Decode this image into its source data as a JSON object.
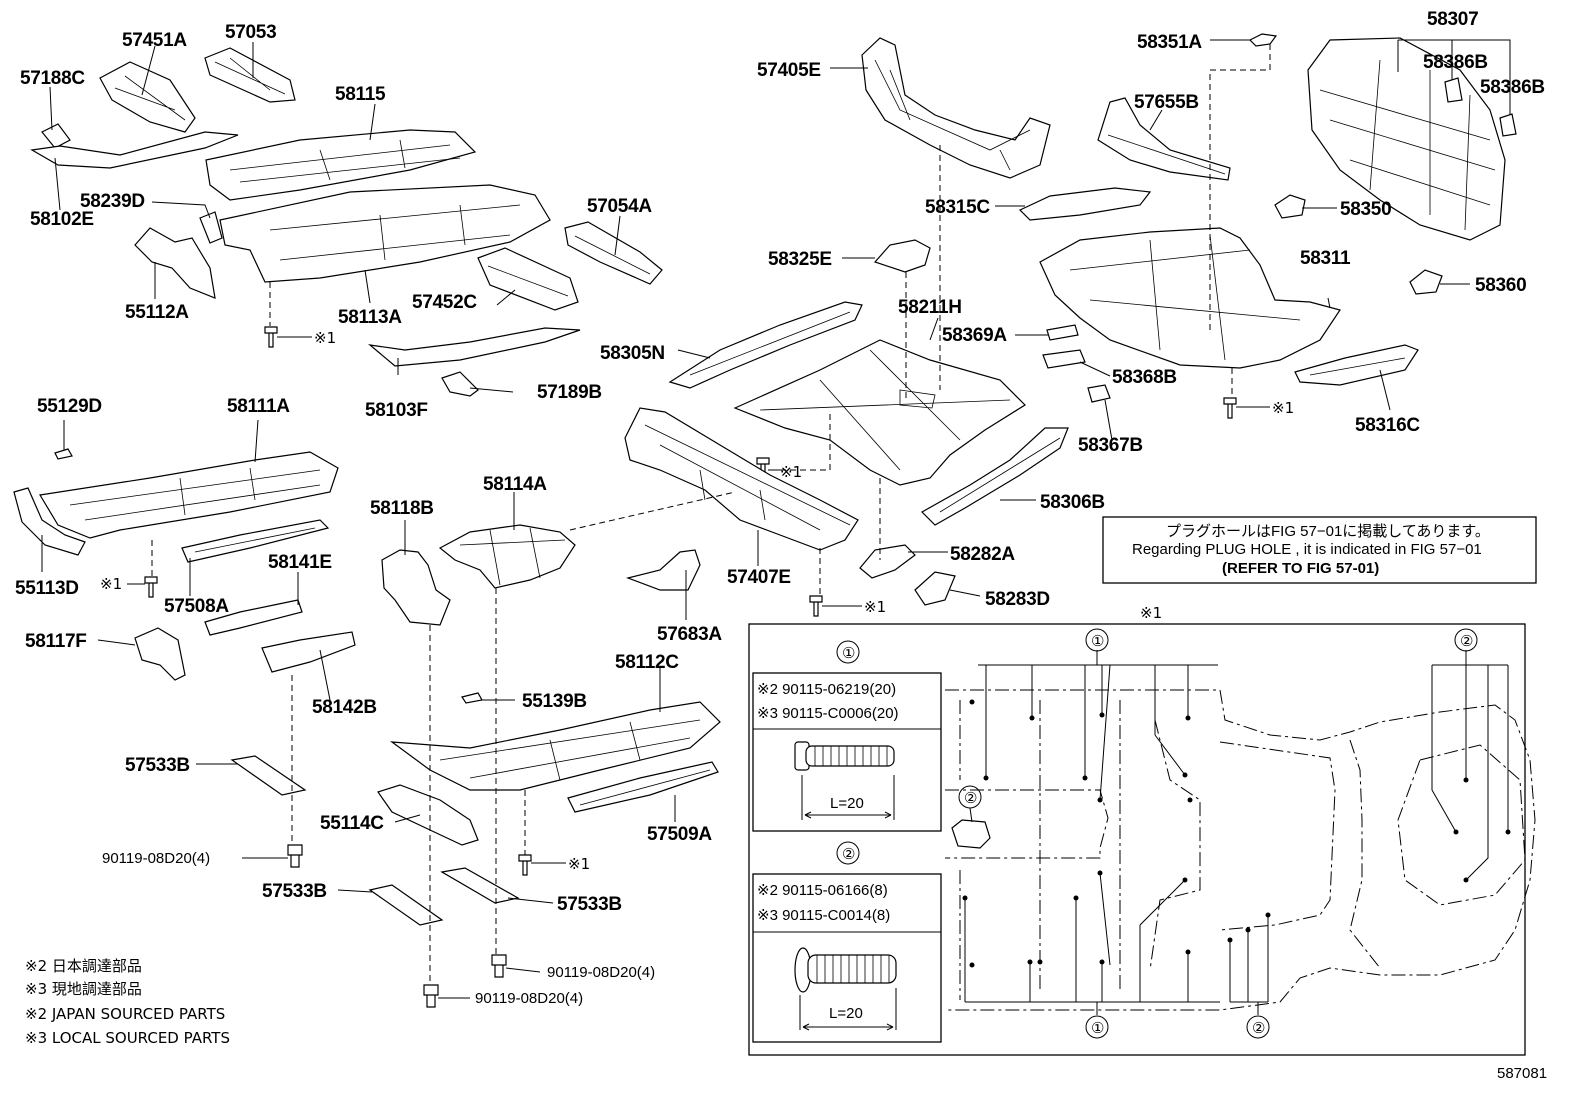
{
  "diagram_id": "587081",
  "parts": [
    {
      "key": "57451A",
      "label": "57451A"
    },
    {
      "key": "57053",
      "label": "57053"
    },
    {
      "key": "57188C",
      "label": "57188C"
    },
    {
      "key": "58115",
      "label": "58115"
    },
    {
      "key": "58102E",
      "label": "58102E"
    },
    {
      "key": "58239D",
      "label": "58239D"
    },
    {
      "key": "57054A",
      "label": "57054A"
    },
    {
      "key": "55112A",
      "label": "55112A"
    },
    {
      "key": "58113A",
      "label": "58113A"
    },
    {
      "key": "57452C",
      "label": "57452C"
    },
    {
      "key": "58103F",
      "label": "58103F"
    },
    {
      "key": "57189B",
      "label": "57189B"
    },
    {
      "key": "55129D",
      "label": "55129D"
    },
    {
      "key": "58111A",
      "label": "58111A"
    },
    {
      "key": "55113D",
      "label": "55113D"
    },
    {
      "key": "57508A",
      "label": "57508A"
    },
    {
      "key": "58141E",
      "label": "58141E"
    },
    {
      "key": "58118B",
      "label": "58118B"
    },
    {
      "key": "58114A",
      "label": "58114A"
    },
    {
      "key": "58117F",
      "label": "58117F"
    },
    {
      "key": "58142B",
      "label": "58142B"
    },
    {
      "key": "55139B",
      "label": "55139B"
    },
    {
      "key": "58112C",
      "label": "58112C"
    },
    {
      "key": "57533B_a",
      "label": "57533B"
    },
    {
      "key": "55114C",
      "label": "55114C"
    },
    {
      "key": "57509A",
      "label": "57509A"
    },
    {
      "key": "57533B_b",
      "label": "57533B"
    },
    {
      "key": "57533B_c",
      "label": "57533B"
    },
    {
      "key": "90119_a",
      "label": "90119-08D20(4)"
    },
    {
      "key": "90119_b",
      "label": "90119-08D20(4)"
    },
    {
      "key": "90119_c",
      "label": "90119-08D20(4)"
    },
    {
      "key": "57683A",
      "label": "57683A"
    },
    {
      "key": "57407E",
      "label": "57407E"
    },
    {
      "key": "57405E",
      "label": "57405E"
    },
    {
      "key": "58315C",
      "label": "58315C"
    },
    {
      "key": "58325E",
      "label": "58325E"
    },
    {
      "key": "58211H",
      "label": "58211H"
    },
    {
      "key": "58305N",
      "label": "58305N"
    },
    {
      "key": "58369A",
      "label": "58369A"
    },
    {
      "key": "58368B",
      "label": "58368B"
    },
    {
      "key": "58367B",
      "label": "58367B"
    },
    {
      "key": "58306B",
      "label": "58306B"
    },
    {
      "key": "58282A",
      "label": "58282A"
    },
    {
      "key": "58283D",
      "label": "58283D"
    },
    {
      "key": "58351A",
      "label": "58351A"
    },
    {
      "key": "57655B",
      "label": "57655B"
    },
    {
      "key": "58307",
      "label": "58307"
    },
    {
      "key": "58386B_a",
      "label": "58386B"
    },
    {
      "key": "58386B_b",
      "label": "58386B"
    },
    {
      "key": "58350",
      "label": "58350"
    },
    {
      "key": "58311",
      "label": "58311"
    },
    {
      "key": "58360",
      "label": "58360"
    },
    {
      "key": "58316C",
      "label": "58316C"
    }
  ],
  "ref_mark": "※1",
  "plug_hole_note": {
    "japanese": "プラグホールはFIG 57−01に掲載してあります。",
    "english": "Regarding PLUG HOLE , it is indicated in FIG 57−01",
    "refer": "(REFER TO FIG 57-01)"
  },
  "legend": [
    "※2 日本調達部品",
    "※3 現地調達部品",
    "※2 JAPAN SOURCED PARTS",
    "※3 LOCAL SOURCED PARTS"
  ],
  "inset": {
    "title_mark": "※1",
    "plug1": {
      "marker": "①",
      "lines": [
        "※2 90115-06219(20)",
        "※3 90115-C0006(20)"
      ],
      "length_label": "L=20"
    },
    "plug2": {
      "marker": "②",
      "lines": [
        "※2 90115-06166(8)",
        "※3 90115-C0014(8)"
      ],
      "length_label": "L=20"
    },
    "callout_1": "①",
    "callout_2": "②"
  }
}
